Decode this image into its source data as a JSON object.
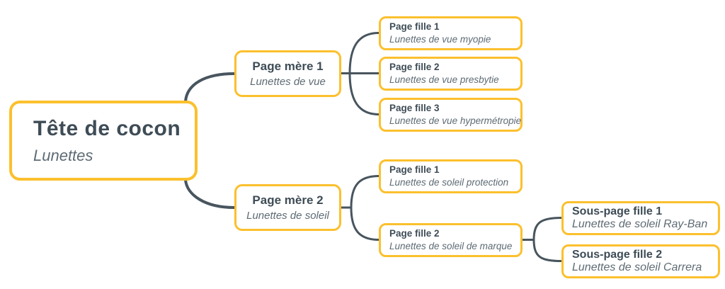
{
  "diagram": {
    "colors": {
      "background": "#FFFFFF",
      "node_fill": "#FFFFFF",
      "node_border": "#FBC02D",
      "title_text": "#3E4C56",
      "subtitle_text": "#5E6B74",
      "connector": "#48555E"
    },
    "root": {
      "title": "Tête de cocon",
      "subtitle": "Lunettes"
    },
    "branches": [
      {
        "parent": {
          "title": "Page mère 1",
          "subtitle": "Lunettes de vue"
        },
        "children": [
          {
            "title": "Page fille 1",
            "subtitle": "Lunettes de vue myopie"
          },
          {
            "title": "Page fille 2",
            "subtitle": "Lunettes de vue presbytie"
          },
          {
            "title": "Page fille 3",
            "subtitle": "Lunettes de vue hypermétropie"
          }
        ]
      },
      {
        "parent": {
          "title": "Page mère 2",
          "subtitle": "Lunettes de soleil"
        },
        "children": [
          {
            "title": "Page fille 1",
            "subtitle": "Lunettes de soleil protection"
          },
          {
            "title": "Page fille 2",
            "subtitle": "Lunettes de soleil de marque",
            "children": [
              {
                "title": "Sous-page fille 1",
                "subtitle": "Lunettes de soleil Ray-Ban"
              },
              {
                "title": "Sous-page fille 2",
                "subtitle": "Lunettes de soleil Carrera"
              }
            ]
          }
        ]
      }
    ]
  }
}
